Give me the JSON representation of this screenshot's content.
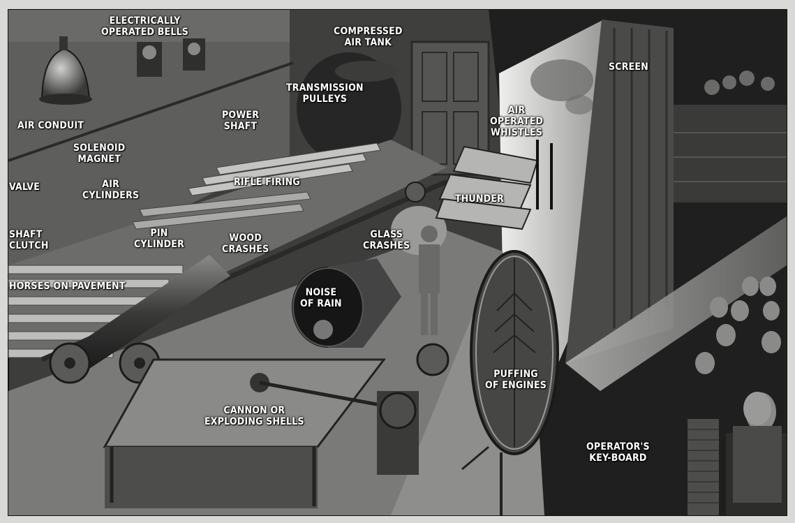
{
  "labels": {
    "electrically_operated_bells": [
      "ELECTRICALLY",
      "OPERATED BELLS"
    ],
    "compressed_air_tank": [
      "COMPRESSED",
      "AIR TANK"
    ],
    "screen": "SCREEN",
    "transmission_pulleys": [
      "TRANSMISSION",
      "PULLEYS"
    ],
    "air_conduit": "AIR CONDUIT",
    "power_shaft": [
      "POWER",
      "SHAFT"
    ],
    "air_operated_whistles": [
      "AIR",
      "OPERATED",
      "WHISTLES"
    ],
    "solenoid_magnet": [
      "SOLENOID",
      "MAGNET"
    ],
    "valve": "VALVE",
    "air_cylinders": [
      "AIR",
      "CYLINDERS"
    ],
    "rifle_firing": "RIFLE FIRING",
    "thunder": "THUNDER",
    "shaft_clutch": [
      "SHAFT",
      "CLUTCH"
    ],
    "pin_cylinder": [
      "PIN",
      "CYLINDER"
    ],
    "wood_crashes": [
      "WOOD",
      "CRASHES"
    ],
    "glass_crashes": [
      "GLASS",
      "CRASHES"
    ],
    "horses_on_pavement": "HORSES ON PAVEMENT",
    "noise_of_rain": [
      "NOISE",
      "OF RAIN"
    ],
    "puffing_of_engines": [
      "PUFFING",
      "OF ENGINES"
    ],
    "cannon_or_exploding_shells": [
      "CANNON OR",
      "EXPLODING SHELLS"
    ],
    "operators_keyboard": [
      "OPERATOR'S",
      "KEY-BOARD"
    ]
  }
}
